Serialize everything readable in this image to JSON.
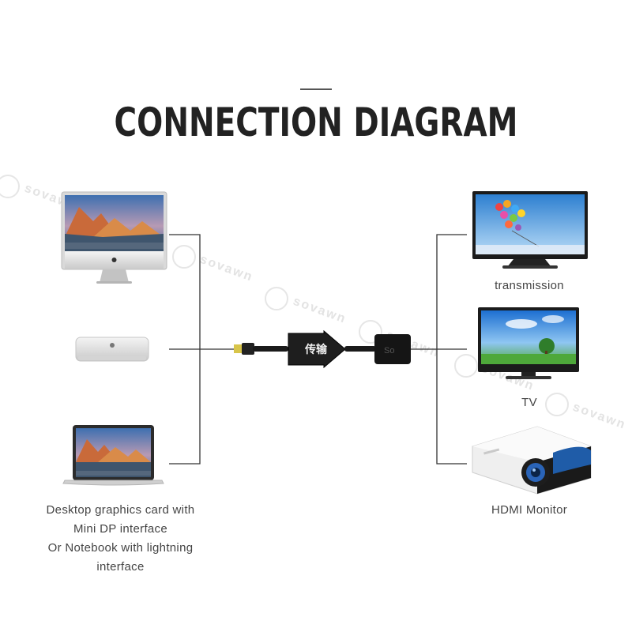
{
  "title": "CONNECTION DIAGRAM",
  "watermark": "sovawn",
  "adapter_label": "传输",
  "adapter_plug_label": "So",
  "sources": {
    "caption_lines": [
      "Desktop graphics card with",
      "Mini DP interface",
      "Or Notebook with lightning",
      "interface"
    ],
    "devices": [
      "imac-desktop",
      "mac-mini",
      "macbook-notebook"
    ]
  },
  "targets": {
    "devices": [
      "hdtv-display",
      "tv",
      "hdmi-projector"
    ],
    "labels": [
      "transmission",
      "TV",
      "HDMI Monitor"
    ]
  },
  "colors": {
    "title": "#222222",
    "lines": "#333333",
    "cable": "#1a1a1a",
    "plug_gold": "#d8c54a",
    "sky_blue": "#3f8fd8",
    "grass_green": "#4ea83a",
    "mountain_orange": "#d2693a"
  }
}
